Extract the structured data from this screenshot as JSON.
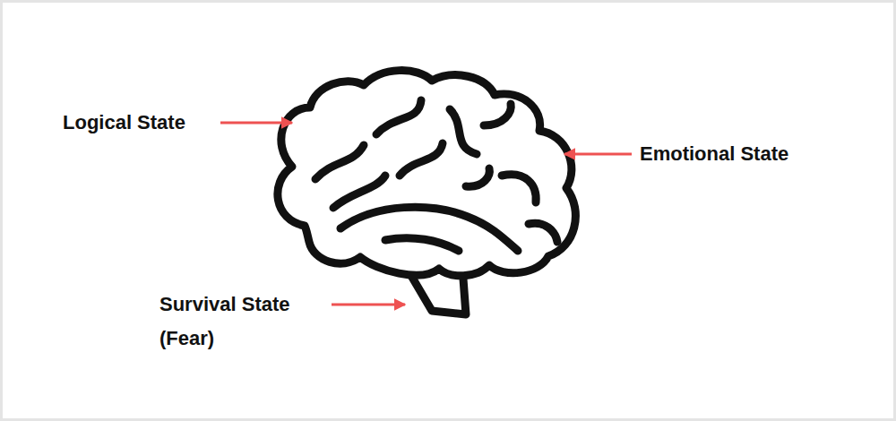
{
  "diagram": {
    "labels": [
      "Logical State",
      "Emotional State",
      "Survival State (Fear)"
    ]
  }
}
